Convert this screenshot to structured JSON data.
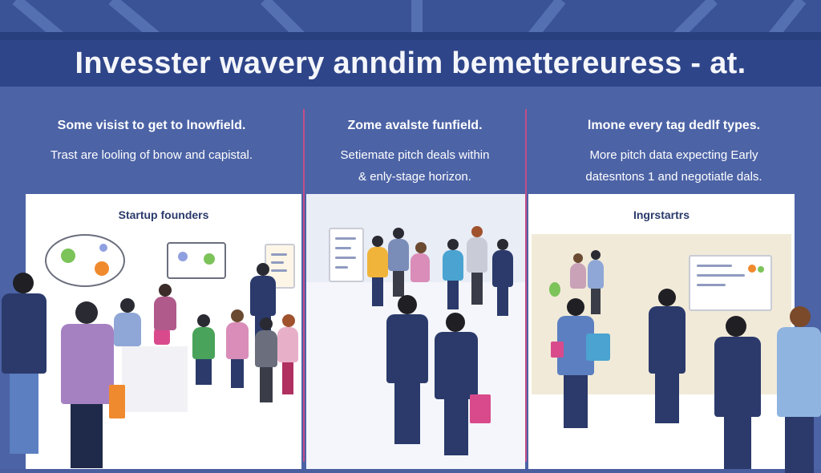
{
  "title": "Invesster wavery anndim bemettereuress - at.",
  "columns": [
    {
      "heading": "Some visist to get to lnowfield.",
      "body_lines": [
        "Trast are looling of bnow and capistal."
      ],
      "scene_label": "Startup founders"
    },
    {
      "heading": "Zome avalste funfield.",
      "body_lines": [
        "Setiemate pitch deals within",
        "& enly-stage horizon."
      ],
      "scene_label": ""
    },
    {
      "heading": "lmone every tag dedlf types.",
      "body_lines": [
        "More pitch data expecting Early",
        "datesntons 1 and negotiatle dals."
      ],
      "scene_label": "Ingrstartrs"
    }
  ],
  "colors": {
    "background": "#4a5fa0",
    "title_band": "#2f4589",
    "divider": "#c24e8a",
    "scene_bg": "#ffffff",
    "suit_navy": "#2b3a6b",
    "accent_pink": "#d94a8c",
    "accent_orange": "#f08a2e",
    "accent_green": "#7cc35a"
  }
}
